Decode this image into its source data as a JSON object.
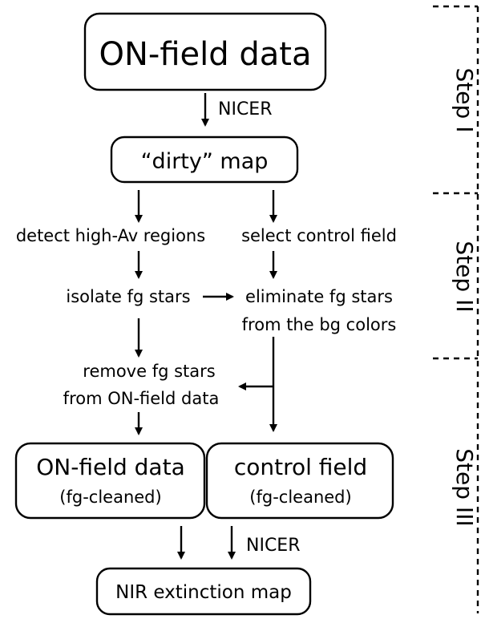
{
  "boxes": {
    "on_field": "ON-field data",
    "dirty_map": "“dirty” map",
    "on_field_clean_title": "ON-field data",
    "on_field_clean_sub": "(fg-cleaned)",
    "control_clean_title": "control field",
    "control_clean_sub": "(fg-cleaned)",
    "nir_map": "NIR extinction map"
  },
  "labels": {
    "nicer_1": "NICER",
    "detect": "detect high-Av regions",
    "select": "select control field",
    "isolate": "isolate fg stars",
    "eliminate_1": "eliminate fg stars",
    "eliminate_2": "from the bg colors",
    "remove_1": "remove fg stars",
    "remove_2": "from ON-field data",
    "nicer_2": "NICER"
  },
  "steps": {
    "step1": "Step I",
    "step2": "Step II",
    "step3": "Step III"
  }
}
